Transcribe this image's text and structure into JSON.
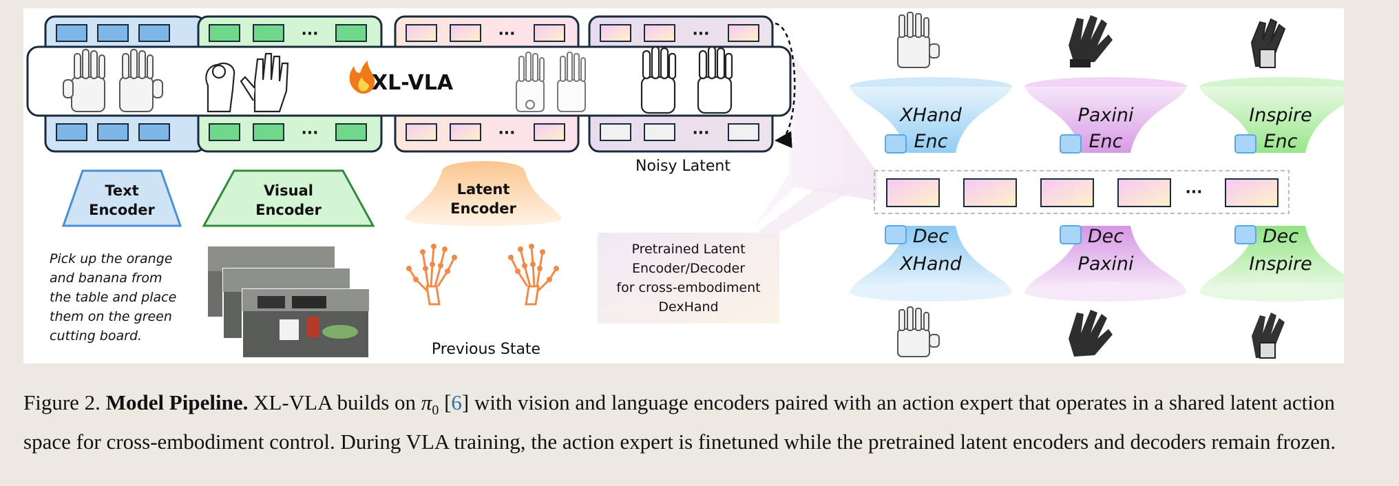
{
  "figure": {
    "banner_title": "XL-VLA",
    "noisy_latent": "Noisy Latent",
    "text_encoder": [
      "Text",
      "Encoder"
    ],
    "visual_encoder": [
      "Visual",
      "Encoder"
    ],
    "latent_encoder": [
      "Latent",
      "Encoder"
    ],
    "previous_state": "Previous State",
    "instruction": [
      "Pick up the orange",
      "and banana from",
      "the table and place",
      "them on the green",
      "cutting board."
    ],
    "pretrained_box": [
      "Pretrained Latent",
      "Encoder/Decoder",
      "for cross-embodiment",
      "DexHand"
    ],
    "ellipsis": "···",
    "encoders": [
      {
        "line1": "XHand",
        "line2": "Enc"
      },
      {
        "line1": "Paxini",
        "line2": "Enc"
      },
      {
        "line1": "Inspire",
        "line2": "Enc"
      }
    ],
    "decoders": [
      {
        "line1": "Dec",
        "line2": "XHand"
      },
      {
        "line1": "Dec",
        "line2": "Paxini"
      },
      {
        "line1": "Dec",
        "line2": "Inspire"
      }
    ],
    "colors": {
      "blue": "#cfe3f6",
      "green": "#d3f5d3",
      "peach": "#fde2d4",
      "lavender": "#e6dcef",
      "token_blue": "#7eb6e8",
      "token_green": "#6fd88a",
      "xhand": "#9fd0f4",
      "paxini": "#e1a8ec",
      "inspire": "#a6eb98"
    }
  },
  "caption": {
    "label": "Figure 2.",
    "title": "Model Pipeline.",
    "text_a": "XL-VLA builds on",
    "pi": "π",
    "pi_sub": "0",
    "ref_open": "[",
    "ref": "6",
    "ref_close": "]",
    "text_b": "with vision and language encoders paired with an action expert that operates in a shared latent action space for cross-embodiment control. During VLA training, the action expert is finetuned while the pretrained latent encoders and decoders remain frozen."
  }
}
